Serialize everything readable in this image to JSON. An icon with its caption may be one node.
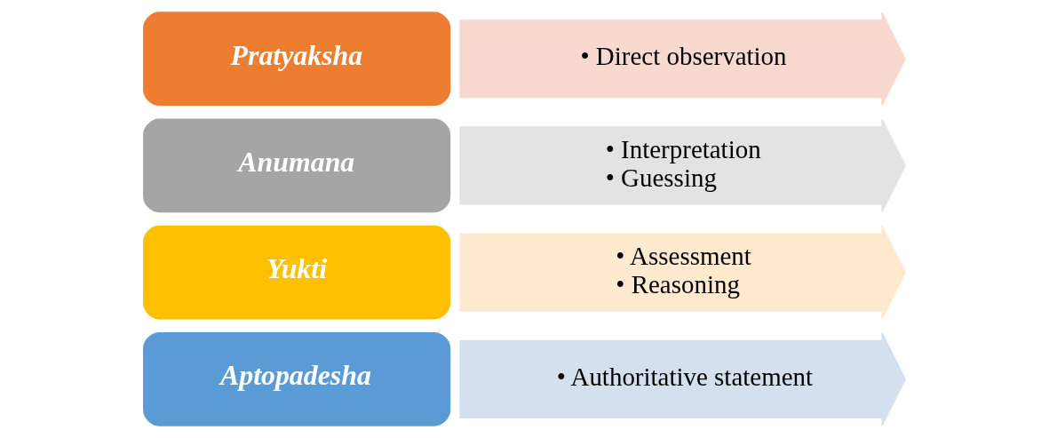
{
  "diagram": {
    "nodes": [
      {
        "text": [
          "Pratyaksha"
        ]
      },
      {
        "text": [
          "• Direct observation"
        ]
      },
      {
        "text": [
          "Anumana"
        ]
      },
      {
        "text": [
          "• Interpretation",
          "• Guessing"
        ]
      },
      {
        "text": [
          "Yukti"
        ]
      },
      {
        "text": [
          "• Assessment",
          "• Reasoning"
        ]
      },
      {
        "text": [
          "Aptopadesha"
        ]
      },
      {
        "text": [
          "• Authoritative statement"
        ]
      }
    ]
  }
}
